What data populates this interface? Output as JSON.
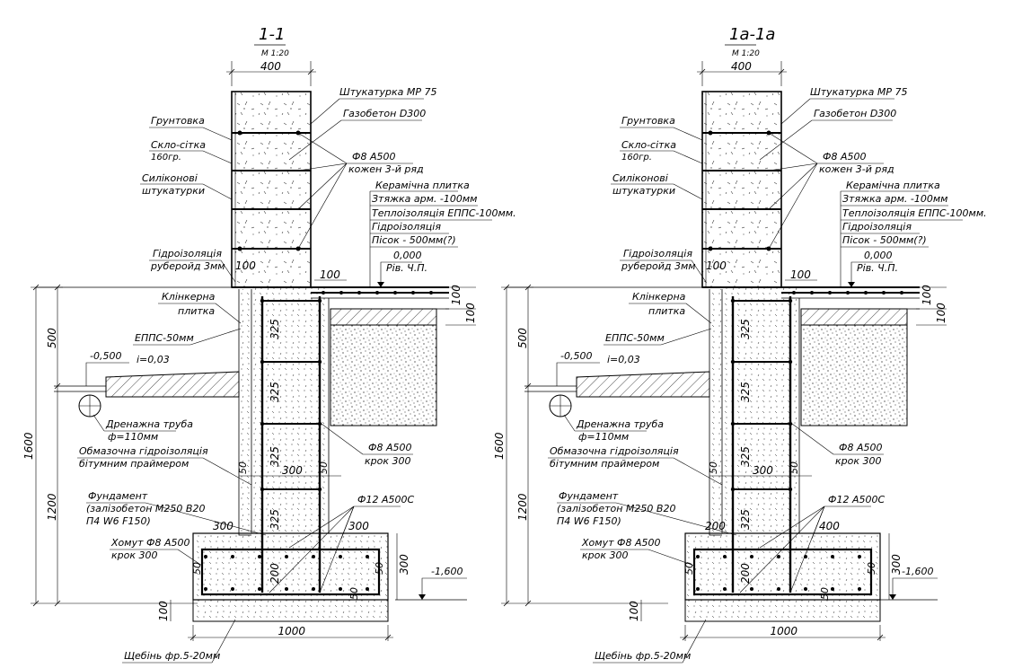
{
  "sections": [
    {
      "title": "1-1",
      "scale": "M 1:20",
      "wall_width": "400",
      "lbl_plaster": "Штукатурка MP 75",
      "lbl_gasbeton": "Газобетон D300",
      "lbl_primer": "Грунтовка",
      "lbl_mesh1": "Скло-сітка",
      "lbl_mesh2": "160гр.",
      "lbl_sil1": "Силіконові",
      "lbl_sil2": "штукатурки",
      "lbl_rebar1": "Ф8 А500",
      "lbl_rebar2": "кожен 3-й ряд",
      "lbl_floor": "Керамічна плитка",
      "lbl_screed": "Зтяжка арм. -100мм",
      "lbl_insul": "Теплоізоляція ЕППС-100мм.",
      "lbl_hydro": "Гідроізоляція",
      "lbl_sand": "Пісок - 500мм(?)",
      "lbl_zero": "0,000",
      "lbl_level": "Рів. Ч.П.",
      "lbl_wallhydro1": "Гідроізоляція",
      "lbl_wallhydro2": "руберойд 3мм",
      "dim_100a": "100",
      "dim_100b": "100",
      "dim_100c": "100",
      "dim_100d": "100",
      "lbl_clinker1": "Клінкерна",
      "lbl_clinker2": "плитка",
      "lbl_epps": "ЕППС-50мм",
      "lbl_minus05": "-0,500",
      "lbl_slope": "i=0,03",
      "dim_500": "500",
      "dim_1600": "1600",
      "dim_1200": "1200",
      "dim_325a": "325",
      "dim_325b": "325",
      "dim_325c": "325",
      "dim_325d": "325",
      "lbl_drain1": "Дренажна труба",
      "lbl_drain2": "ф=110мм",
      "lbl_coat1": "Обмазочна гідроізоляція",
      "lbl_coat2": "бітумним праймером",
      "lbl_rebar3": "Ф8 А500",
      "lbl_step": "крок 300",
      "dim_50a": "50",
      "dim_300": "300",
      "dim_50b": "50",
      "lbl_found1": "Фундамент",
      "lbl_found2": "(залізобетон М250 В20",
      "lbl_found3": "П4 W6 F150)",
      "lbl_rebar12": "Ф12 А500С",
      "dim_left": "300",
      "dim_right": "300",
      "lbl_stirrup1": "Хомут Ф8 А500",
      "lbl_stirrup2": "крок 300",
      "dim_200": "200",
      "dim_50c": "50",
      "dim_50d": "50",
      "dim_50e": "50",
      "dim_300h": "300",
      "lbl_minus16": "-1,600",
      "dim_100e": "100",
      "dim_1000": "1000",
      "lbl_gravel": "Щебінь фр.5-20мм"
    },
    {
      "title": "1а-1а",
      "scale": "M 1:20",
      "wall_width": "400",
      "lbl_plaster": "Штукатурка MP 75",
      "lbl_gasbeton": "Газобетон D300",
      "lbl_primer": "Грунтовка",
      "lbl_mesh1": "Скло-сітка",
      "lbl_mesh2": "160гр.",
      "lbl_sil1": "Силіконові",
      "lbl_sil2": "штукатурки",
      "lbl_rebar1": "Ф8 А500",
      "lbl_rebar2": "кожен 3-й ряд",
      "lbl_floor": "Керамічна плитка",
      "lbl_screed": "Зтяжка арм. -100мм",
      "lbl_insul": "Теплоізоляція ЕППС-100мм.",
      "lbl_hydro": "Гідроізоляція",
      "lbl_sand": "Пісок - 500мм(?)",
      "lbl_zero": "0,000",
      "lbl_level": "Рів. Ч.П.",
      "lbl_wallhydro1": "Гідроізоляція",
      "lbl_wallhydro2": "руберойд 3мм",
      "dim_100a": "100",
      "dim_100b": "100",
      "dim_100c": "100",
      "dim_100d": "100",
      "lbl_clinker1": "Клінкерна",
      "lbl_clinker2": "плитка",
      "lbl_epps": "ЕППС-50мм",
      "lbl_minus05": "-0,500",
      "lbl_slope": "i=0,03",
      "dim_500": "500",
      "dim_1600": "1600",
      "dim_1200": "1200",
      "dim_325a": "325",
      "dim_325b": "325",
      "dim_325c": "325",
      "dim_325d": "325",
      "lbl_drain1": "Дренажна труба",
      "lbl_drain2": "ф=110мм",
      "lbl_coat1": "Обмазочна гідроізоляція",
      "lbl_coat2": "бітумним праймером",
      "lbl_rebar3": "Ф8 А500",
      "lbl_step": "крок 300",
      "dim_50a": "50",
      "dim_300": "300",
      "dim_50b": "50",
      "lbl_found1": "Фундамент",
      "lbl_found2": "(залізобетон М250 В20",
      "lbl_found3": "П4 W6 F150)",
      "lbl_rebar12": "Ф12 А500С",
      "dim_left": "200",
      "dim_right": "400",
      "lbl_stirrup1": "Хомут Ф8 А500",
      "lbl_stirrup2": "крок 300",
      "dim_200": "200",
      "dim_50c": "50",
      "dim_50d": "50",
      "dim_50e": "50",
      "dim_300h": "300",
      "lbl_minus16": "-1,600",
      "dim_100e": "100",
      "dim_1000": "1000",
      "lbl_gravel": "Щебінь фр.5-20мм"
    }
  ]
}
